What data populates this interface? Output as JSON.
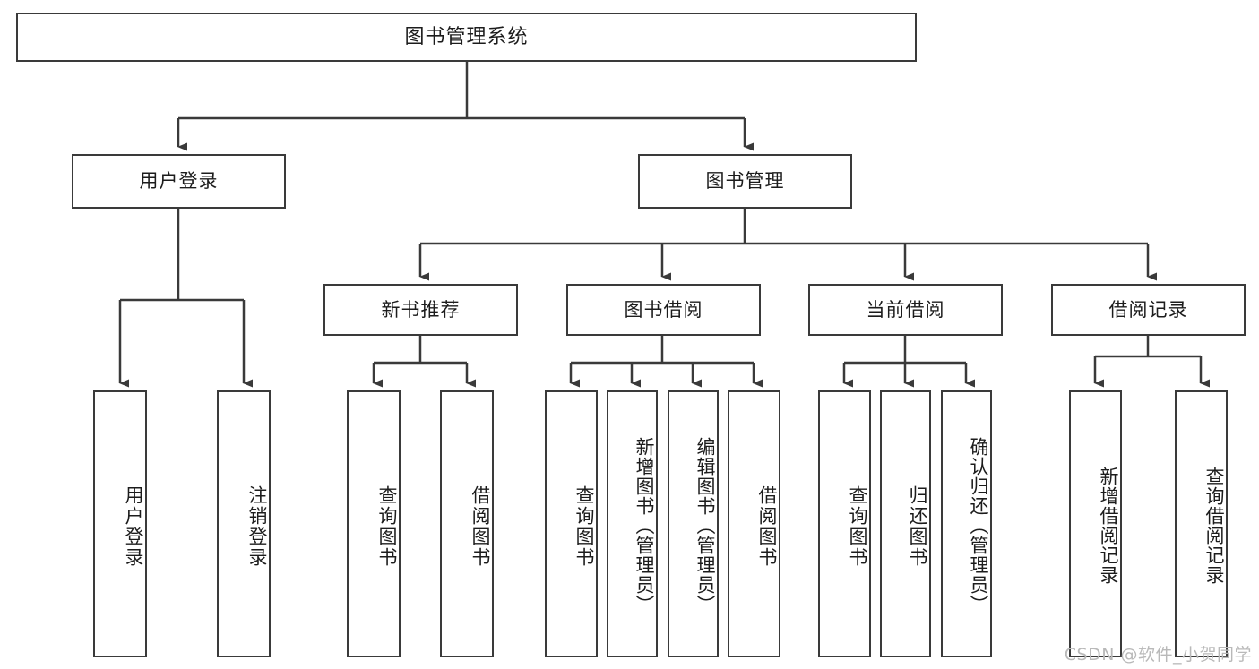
{
  "diagram": {
    "title": "图书管理系统",
    "type": "tree",
    "root": {
      "label": "图书管理系统"
    },
    "level1": [
      {
        "label": "用户登录"
      },
      {
        "label": "图书管理"
      }
    ],
    "level2": [
      {
        "label": "新书推荐"
      },
      {
        "label": "图书借阅"
      },
      {
        "label": "当前借阅"
      },
      {
        "label": "借阅记录"
      }
    ],
    "leaves": {
      "user_login": [
        {
          "label": "用户登录"
        },
        {
          "label": "注销登录"
        }
      ],
      "new_book": [
        {
          "label": "查询图书"
        },
        {
          "label": "借阅图书"
        }
      ],
      "book_borrow": [
        {
          "label": "查询图书"
        },
        {
          "label": "新增图书（管理员）"
        },
        {
          "label": "编辑图书（管理员）"
        },
        {
          "label": "借阅图书"
        }
      ],
      "current_borrow": [
        {
          "label": "查询图书"
        },
        {
          "label": "归还图书"
        },
        {
          "label": "确认归还（管理员）"
        }
      ],
      "borrow_record": [
        {
          "label": "新增借阅记录"
        },
        {
          "label": "查询借阅记录"
        }
      ]
    },
    "colors": {
      "stroke": "#3a3a3a",
      "fill": "#ffffff",
      "text": "#1c1c1c",
      "watermark": "#b9b9b9"
    }
  },
  "watermark": {
    "text": "CSDN @软件_小贺同学"
  }
}
